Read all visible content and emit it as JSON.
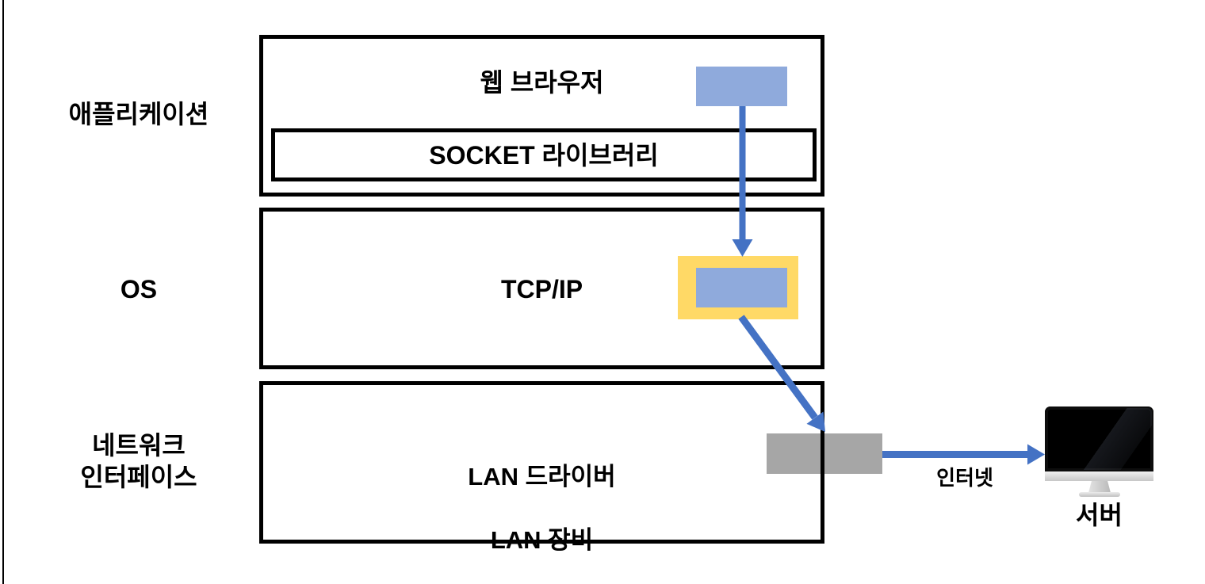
{
  "layers": [
    {
      "id": "application",
      "side_label": "애플리케이션",
      "box_label": "웹 브라우저",
      "inner_box_label": "SOCKET 라이브러리"
    },
    {
      "id": "os",
      "side_label": "OS",
      "box_label": "TCP/IP"
    },
    {
      "id": "network-interface",
      "side_label_line1": "네트워크",
      "side_label_line2": "인터페이스",
      "box_label_line1": "LAN 드라이버",
      "box_label_line2": "LAN 장비"
    }
  ],
  "flow": {
    "internet_label": "인터넷",
    "server_label": "서버"
  },
  "icons": {
    "packet_top": "data-packet-rectangle",
    "packet_tcp": "data-packet-rectangle",
    "tcp_highlight": "yellow-highlight-rectangle",
    "lan_adapter": "gray-adapter-rectangle",
    "arrow_down": "arrow-down-icon",
    "arrow_diagonal": "arrow-down-right-icon",
    "arrow_right": "arrow-right-icon",
    "server": "imac-monitor-icon"
  },
  "colors": {
    "packet_blue": "#8FAADC",
    "arrow_blue": "#4472C4",
    "highlight_yellow": "#FFD966",
    "adapter_gray": "#A6A6A6",
    "box_border": "#000000",
    "text": "#000000",
    "background": "#FFFFFF"
  }
}
